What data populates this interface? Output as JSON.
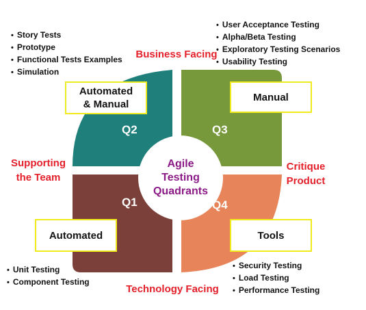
{
  "center": {
    "line1": "Agile",
    "line2": "Testing",
    "line3": "Quadrants"
  },
  "axes": {
    "top": "Business Facing",
    "bottom": "Technology Facing",
    "left_line1": "Supporting",
    "left_line2": "the Team",
    "right_line1": "Critique",
    "right_line2": "Product"
  },
  "quadrants": {
    "q2": {
      "label": "Q2",
      "box_line1": "Automated",
      "box_line2": "& Manual",
      "color": "#1f7f7a",
      "items": [
        "Story Tests",
        "Prototype",
        "Functional Tests Examples",
        "Simulation"
      ]
    },
    "q3": {
      "label": "Q3",
      "box": "Manual",
      "color": "#77983b",
      "items": [
        "User Acceptance Testing",
        "Alpha/Beta Testing",
        "Exploratory Testing Scenarios",
        "Usability Testing"
      ]
    },
    "q1": {
      "label": "Q1",
      "box": "Automated",
      "color": "#7a4039",
      "items": [
        "Unit Testing",
        "Component Testing"
      ]
    },
    "q4": {
      "label": "Q4",
      "box": "Tools",
      "color": "#e7845a",
      "items": [
        "Security Testing",
        "Load Testing",
        "Performance Testing"
      ]
    }
  },
  "colors": {
    "axis_text": "#e4202a",
    "box_border": "#f1ea1b",
    "center_text": "#8b1a86"
  }
}
